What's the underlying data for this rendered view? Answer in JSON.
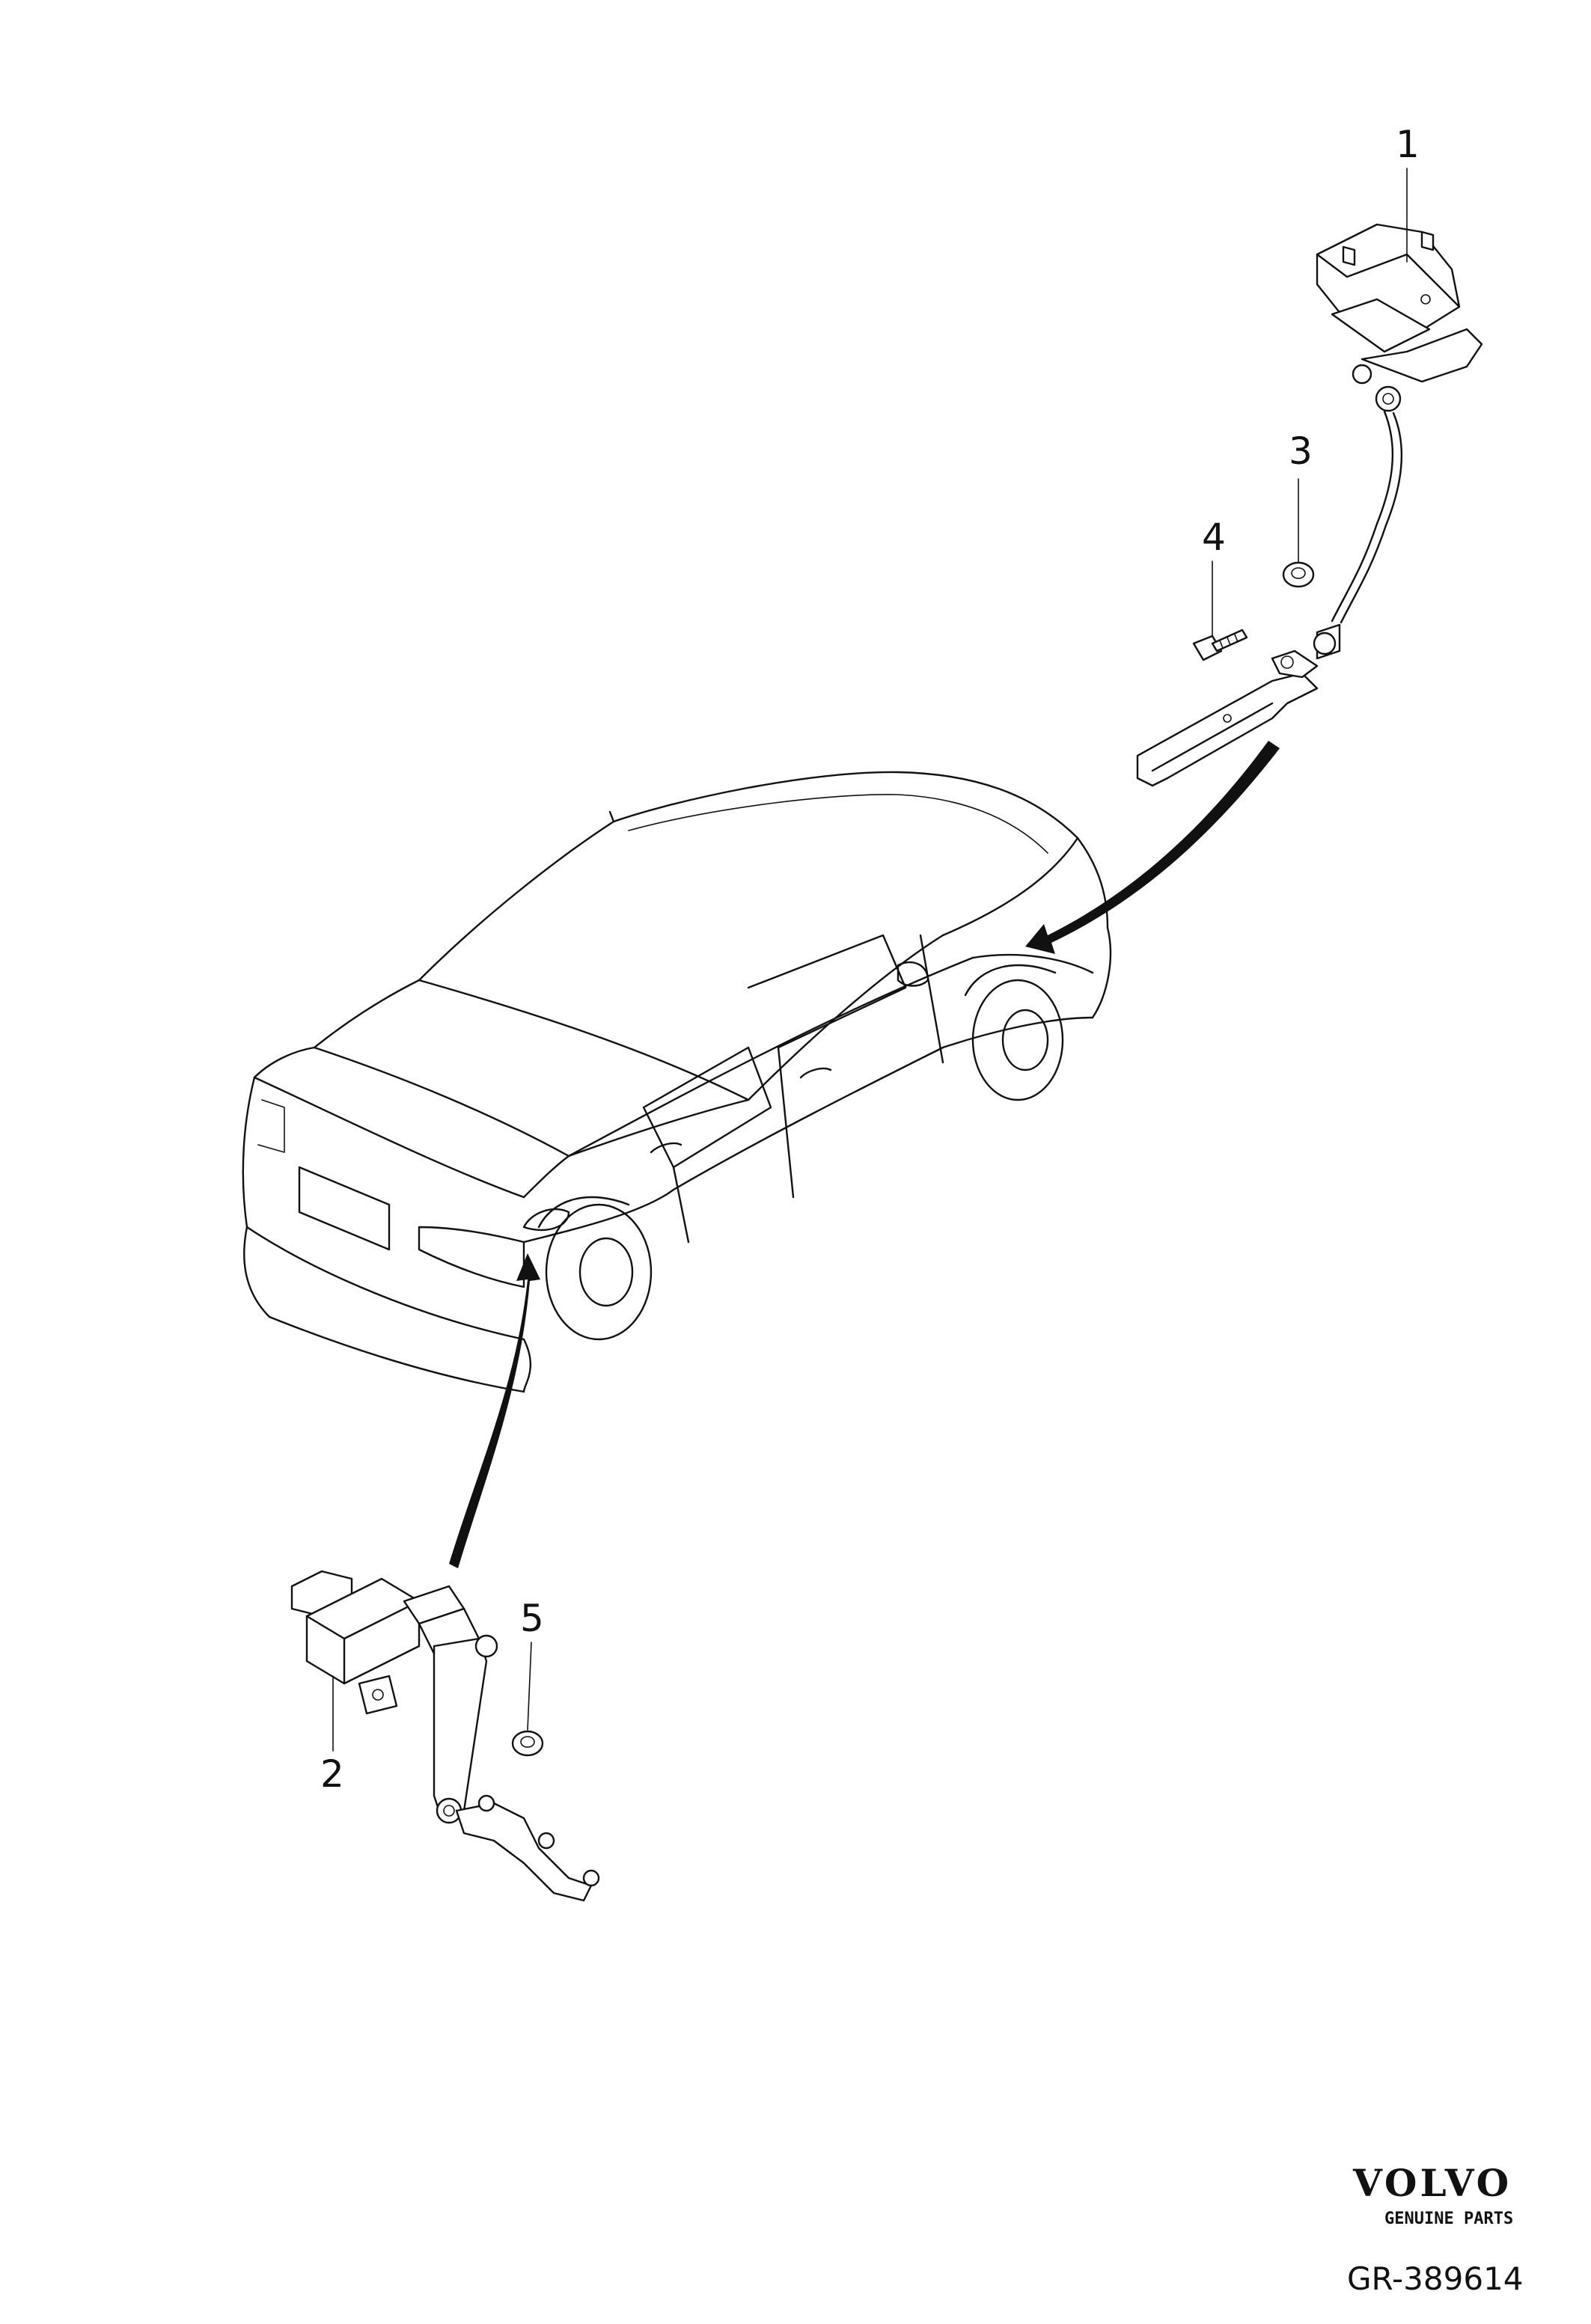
{
  "diagram": {
    "callouts": [
      {
        "id": "1",
        "label": "1"
      },
      {
        "id": "2",
        "label": "2"
      },
      {
        "id": "3",
        "label": "3"
      },
      {
        "id": "4",
        "label": "4"
      },
      {
        "id": "5",
        "label": "5"
      }
    ]
  },
  "branding": {
    "logo_text": "VOLVO",
    "tagline": "GENUINE PARTS",
    "diagram_code": "GR-389614"
  },
  "icons": [
    "car-sedan-icon",
    "level-sensor-front-icon",
    "level-sensor-rear-icon",
    "nut-icon",
    "bolt-icon",
    "arrow-icon"
  ]
}
